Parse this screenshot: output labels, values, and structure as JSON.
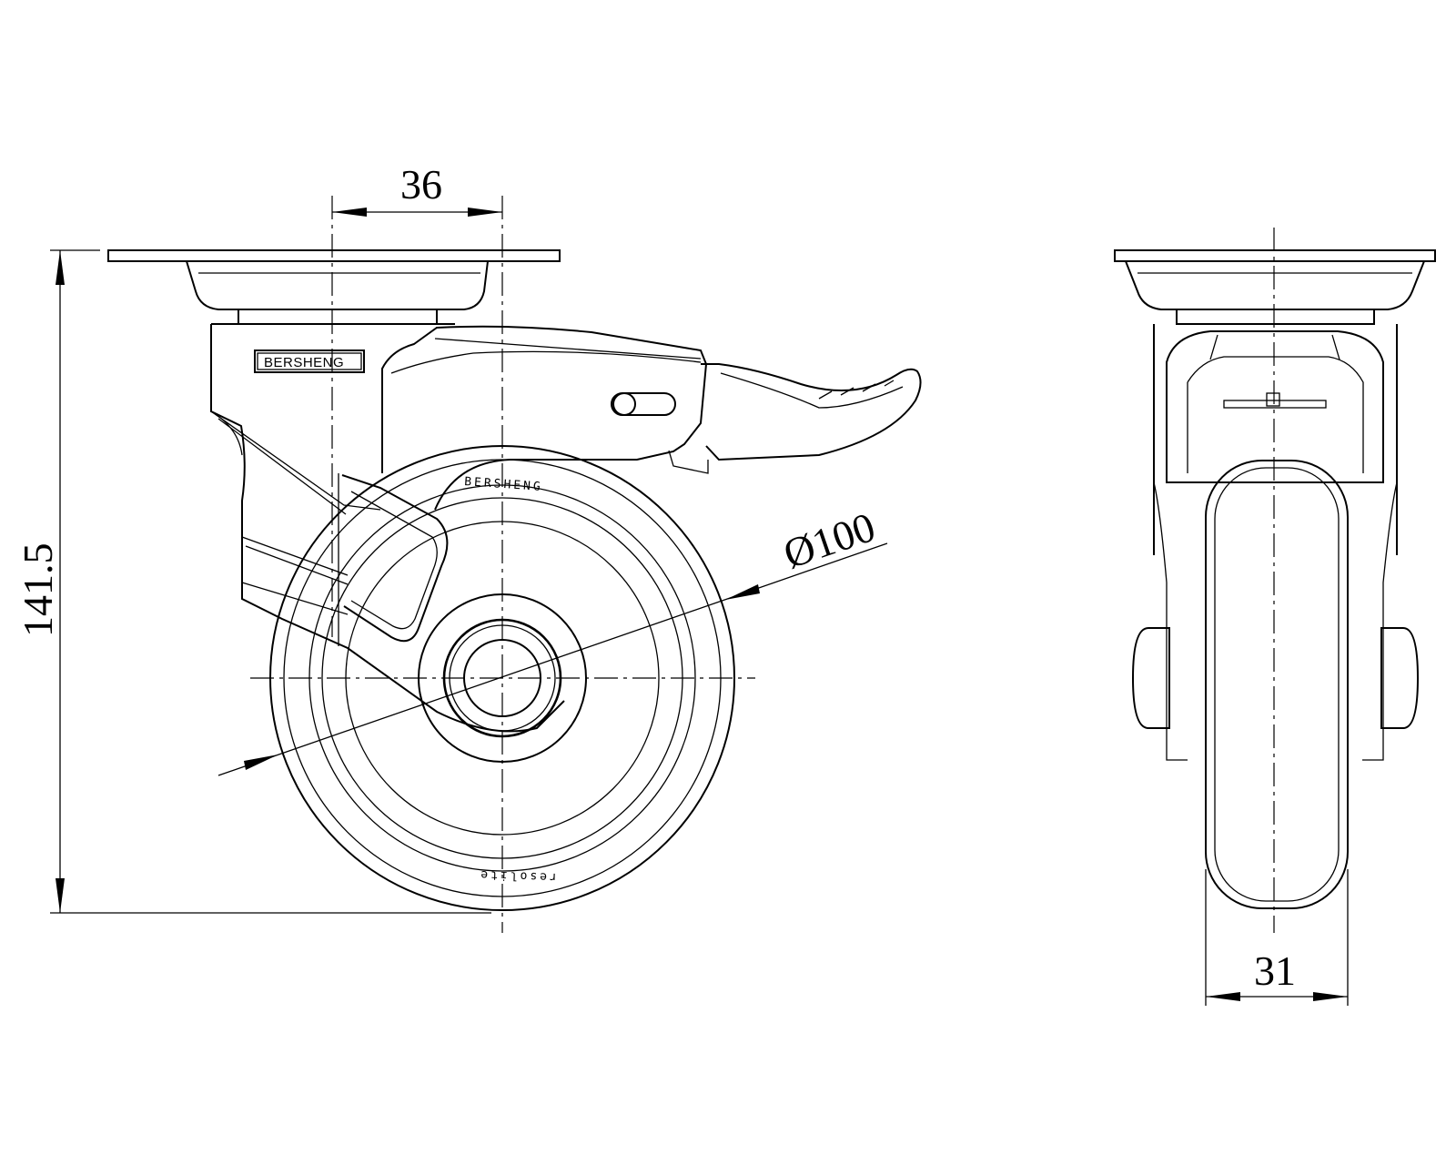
{
  "drawing": {
    "dimensions": {
      "offset": "36",
      "height": "141.5",
      "diameter": "Ø100",
      "width": "31"
    },
    "labels": {
      "brand_body": "BERSHENG",
      "brand_wheel": "BERSHENG",
      "wheel_mark": "resolite"
    },
    "colors": {
      "line": "#000000",
      "background": "#ffffff"
    }
  }
}
